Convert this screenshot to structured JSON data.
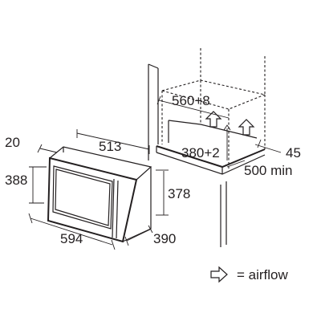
{
  "dimensions": {
    "microwave_depth_top": "20",
    "microwave_width_top": "513",
    "microwave_height_left": "388",
    "microwave_height_right": "378",
    "microwave_width_bottom": "594",
    "microwave_depth_bottom": "390",
    "niche_width": "560+8",
    "niche_height": "380+2",
    "niche_side_gap": "45",
    "niche_depth": "500 min"
  },
  "legend": {
    "airflow_label": "= airflow"
  }
}
